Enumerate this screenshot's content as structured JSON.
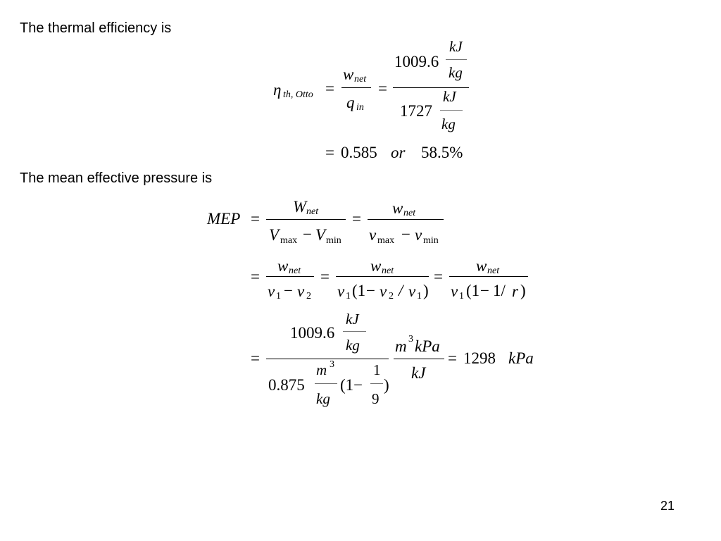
{
  "heading1": "The thermal efficiency is",
  "heading2": "The mean effective pressure is",
  "page_number": "21",
  "eq": {
    "eta": "η",
    "eta_sub": "th, Otto",
    "eq_sign": "=",
    "w": "w",
    "net": "net",
    "q": "q",
    "in": "in",
    "num_1009": "1009.6",
    "num_1727": "1727",
    "kJ": "kJ",
    "kg": "kg",
    "result_num": "0.585",
    "or": "or",
    "result_pct": "58.5%",
    "MEP": "MEP",
    "W": "W",
    "V": "V",
    "v": "v",
    "max": "max",
    "min": "min",
    "minus": "−",
    "one": "1",
    "two": "2",
    "open_paren": "(1",
    "slash": "/",
    "close_paren": ")",
    "r": "r",
    "num_0875": "0.875",
    "m": "m",
    "cube": "3",
    "kPa": "kPa",
    "nine": "9",
    "result_1298": "1298",
    "open_paren_minus": "(1−",
    "one_slash": "1/"
  }
}
